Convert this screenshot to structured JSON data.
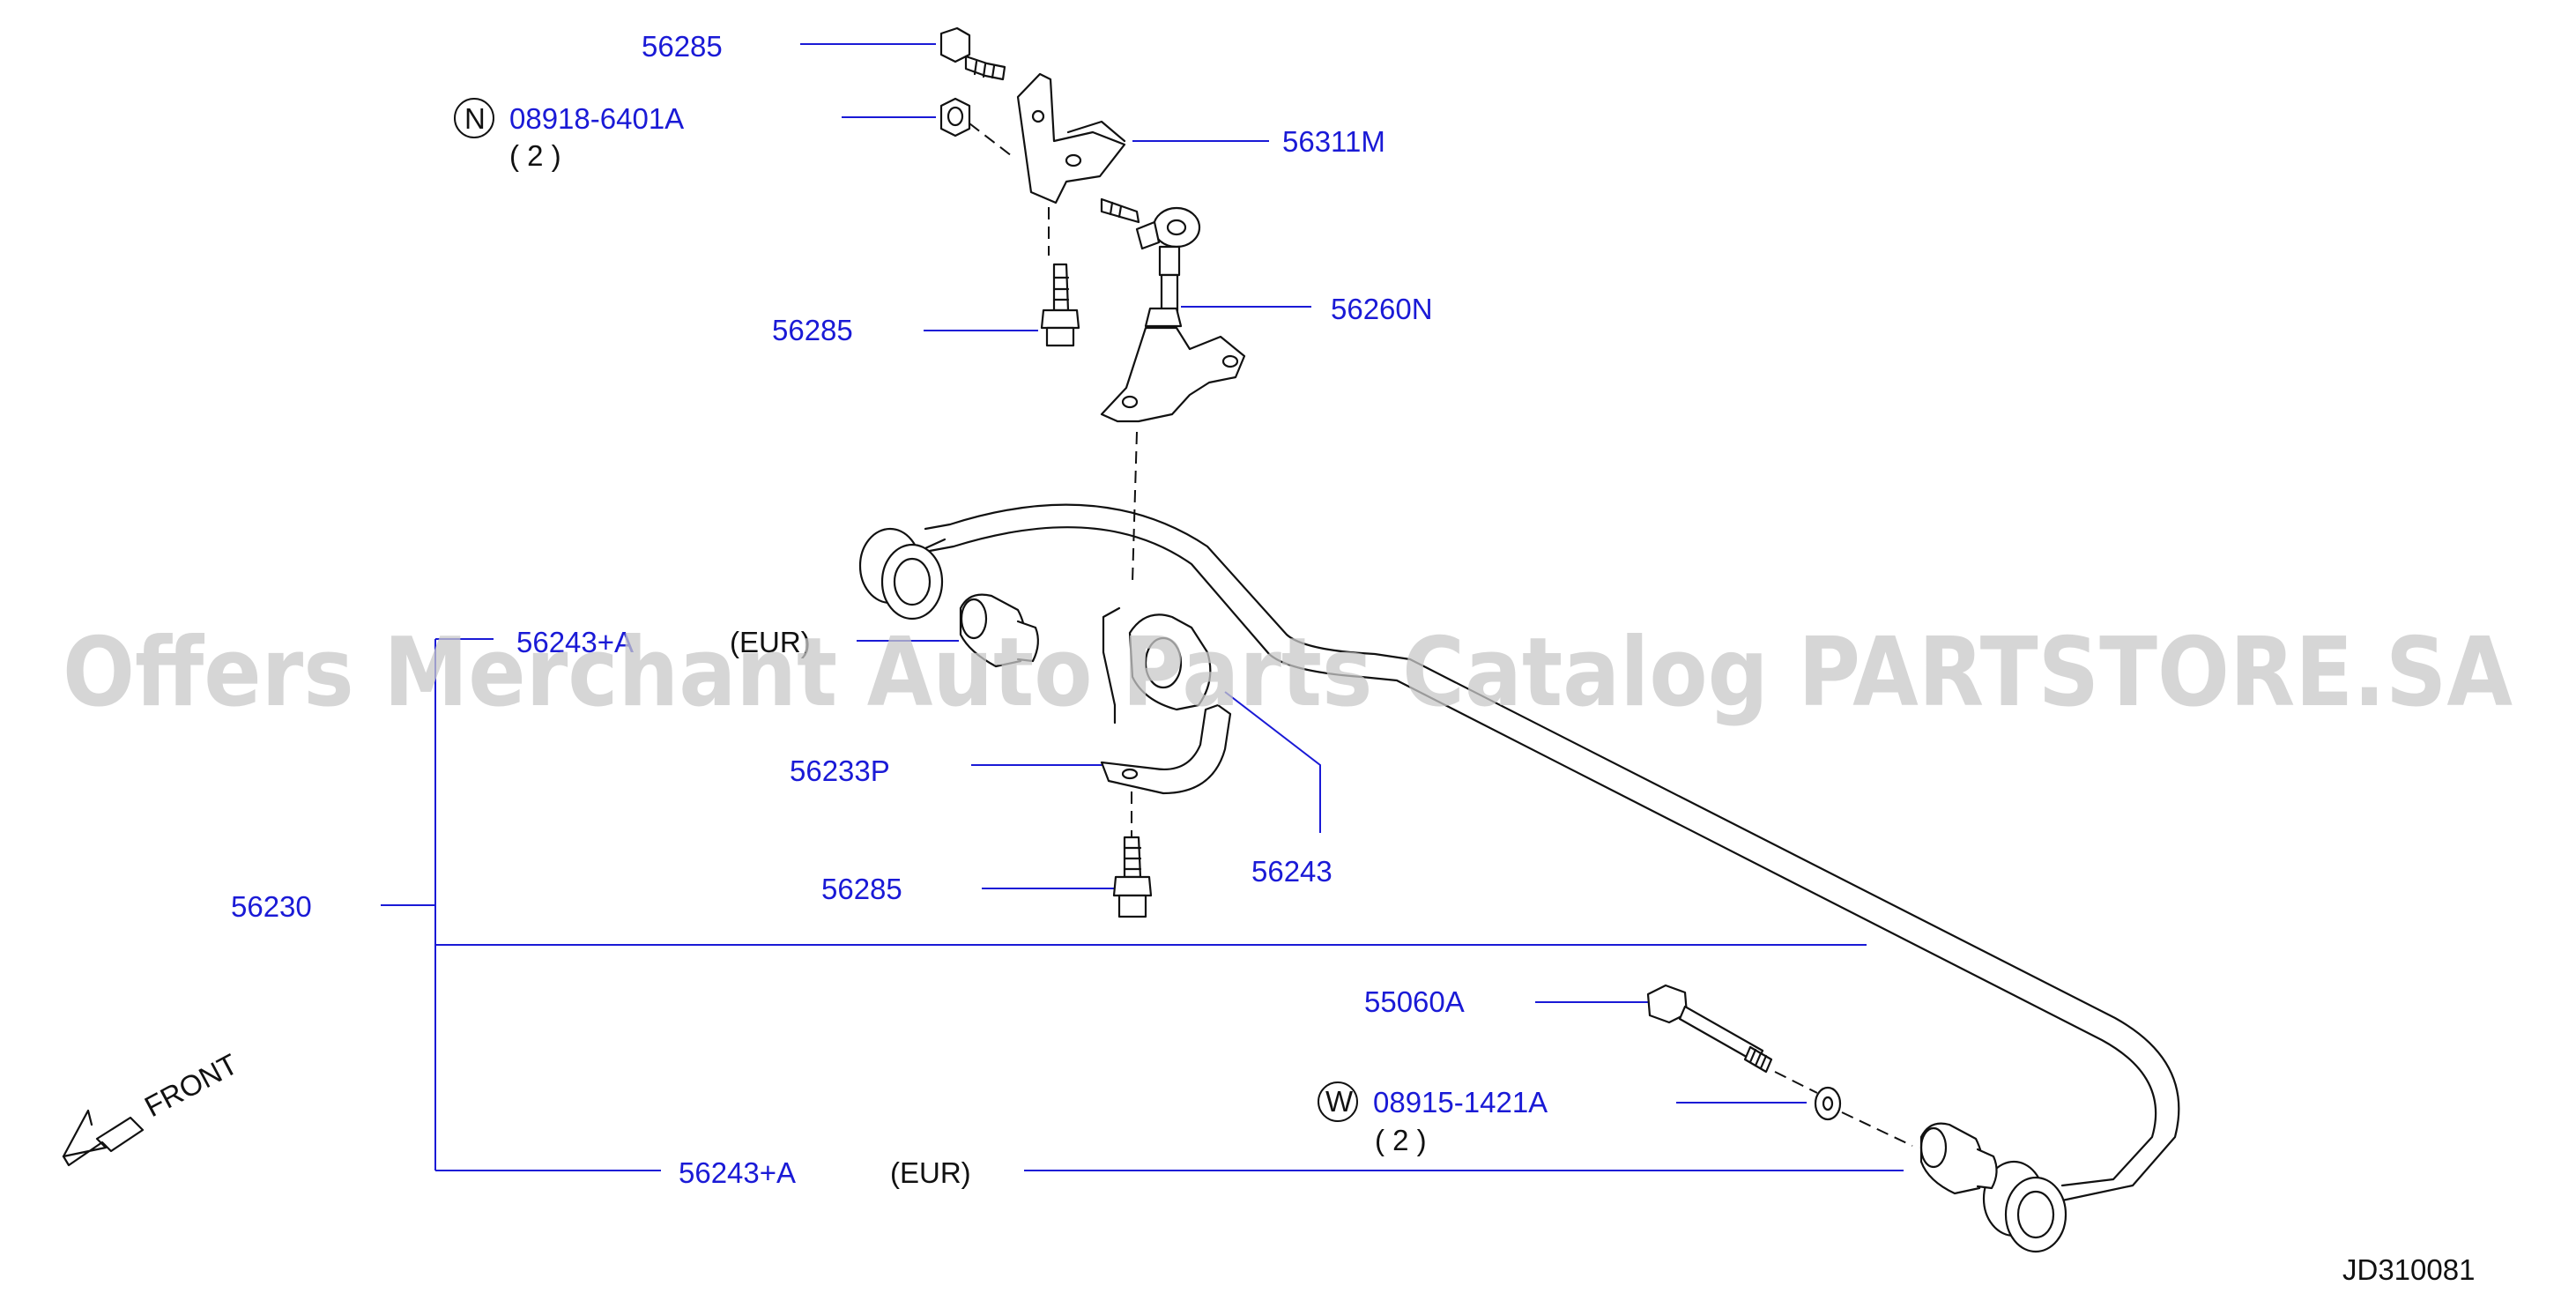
{
  "labels": {
    "bolt_top": "56285",
    "nut_code": "N",
    "nut_part": "08918-6401A",
    "nut_qty": "( 2 )",
    "bracket_upper": "56311M",
    "bolt_mid": "56285",
    "link_rod": "56260N",
    "bushing_left": "56243+A",
    "bushing_left_note": "(EUR)",
    "clamp": "56233P",
    "bushing_center": "56243",
    "bolt_bottom": "56285",
    "stabilizer_bar": "56230",
    "bolt_long": "55060A",
    "washer_code": "W",
    "washer_part": "08915-1421A",
    "washer_qty": "( 2 )",
    "bushing_right": "56243+A",
    "bushing_right_note": "(EUR)",
    "front": "FRONT",
    "diagram_id": "JD310081"
  },
  "watermark": "Offers Merchant Auto Parts Catalog PARTSTORE.SA",
  "colors": {
    "part_number": "#1a1ad6",
    "lines": "#1a1ad6",
    "drawing": "#111111",
    "watermark": "#c8c8c8"
  }
}
